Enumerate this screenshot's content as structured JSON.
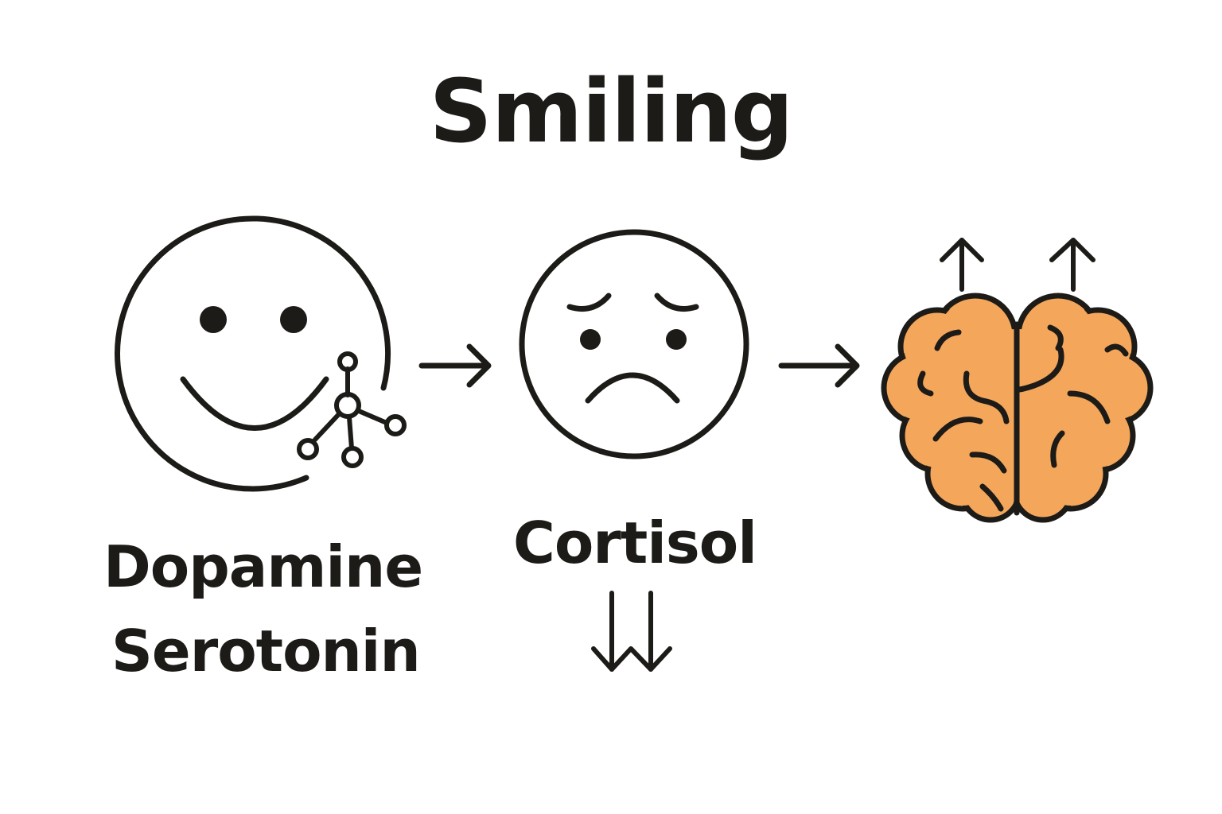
{
  "title": "Smiling",
  "labels": {
    "dopamine": "Dopamine",
    "serotonin": "Serotonin",
    "cortisol": "Cortisol"
  },
  "icons": [
    "smiling-face-icon",
    "molecule-icon",
    "sad-face-icon",
    "brain-icon",
    "arrow-right-icon",
    "arrow-up-icon",
    "double-arrow-down-icon"
  ],
  "colors": {
    "ink": "#1d1b18",
    "brain_fill": "#f4a65a",
    "background": "#ffffff"
  }
}
